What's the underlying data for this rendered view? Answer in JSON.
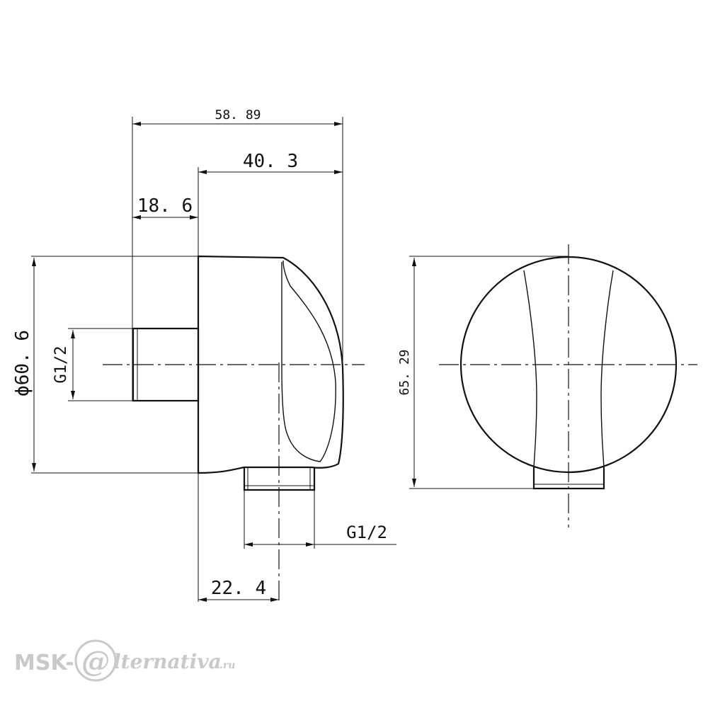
{
  "dimensions": {
    "overall_depth": "58. 89",
    "body_depth": "40. 3",
    "thread_length": "18. 6",
    "diameter": "ϕ60. 6",
    "inlet_thread": "G1/2",
    "outlet_thread": "G1/2",
    "outlet_offset": "22. 4",
    "height": "65. 29"
  },
  "watermark": {
    "prefix": "MSK-",
    "at": "@",
    "suffix": "lternativa",
    "tld": ".ru"
  }
}
